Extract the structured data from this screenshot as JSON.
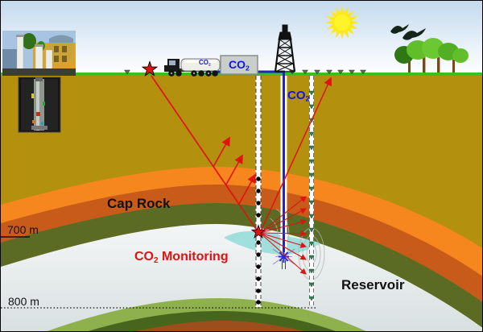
{
  "diagram": {
    "title": "CO2 storage and seismic monitoring cross-section",
    "labels": {
      "cap_rock": "Cap Rock",
      "reservoir": "Reservoir",
      "depth_700": "700 m",
      "depth_800": "800 m",
      "monitoring": {
        "prefix": "CO",
        "sub": "2",
        "suffix": " Monitoring"
      },
      "co2_truck": {
        "prefix": "CO",
        "sub": "2"
      },
      "co2_box": {
        "prefix": "CO",
        "sub": "2"
      },
      "co2_injection": {
        "prefix": "CO",
        "sub": "2"
      }
    },
    "icons": {
      "sun-icon": "yellow starburst",
      "birds-icon": "two flying geese silhouettes",
      "trees-icon": "group of green trees",
      "truck-icon": "CO2 tanker truck",
      "co2-container": "grey CO2 storage box",
      "drill-rig-icon": "black derrick lattice tower",
      "geophone-icon": "small grey surface receiver triangles",
      "seismic-source-icon": "red star",
      "injection-point-icon": "blue asterisk burst",
      "photo-building": "inset photo of surface facility",
      "photo-borehole-tool": "inset photo of downhole tool"
    },
    "colors": {
      "sky_top": "#c4daee",
      "surface_green": "#3cbe1e",
      "earth_yellow": "#b3900d",
      "cap_orange_light": "#f6871e",
      "cap_orange_dark": "#c85a1a",
      "cap_rock_green": "#5b6b24",
      "reservoir_grey": "#e9eeee",
      "co2_plume_cyan": "#9fdfdc",
      "deep_green_light": "#8fb14d",
      "deep_green_dark": "#47651d",
      "deep_brown": "#9c4f1c",
      "ray_red": "#e01212",
      "pipe_blue": "#2121ce",
      "label_blue": "#1414e0"
    }
  }
}
